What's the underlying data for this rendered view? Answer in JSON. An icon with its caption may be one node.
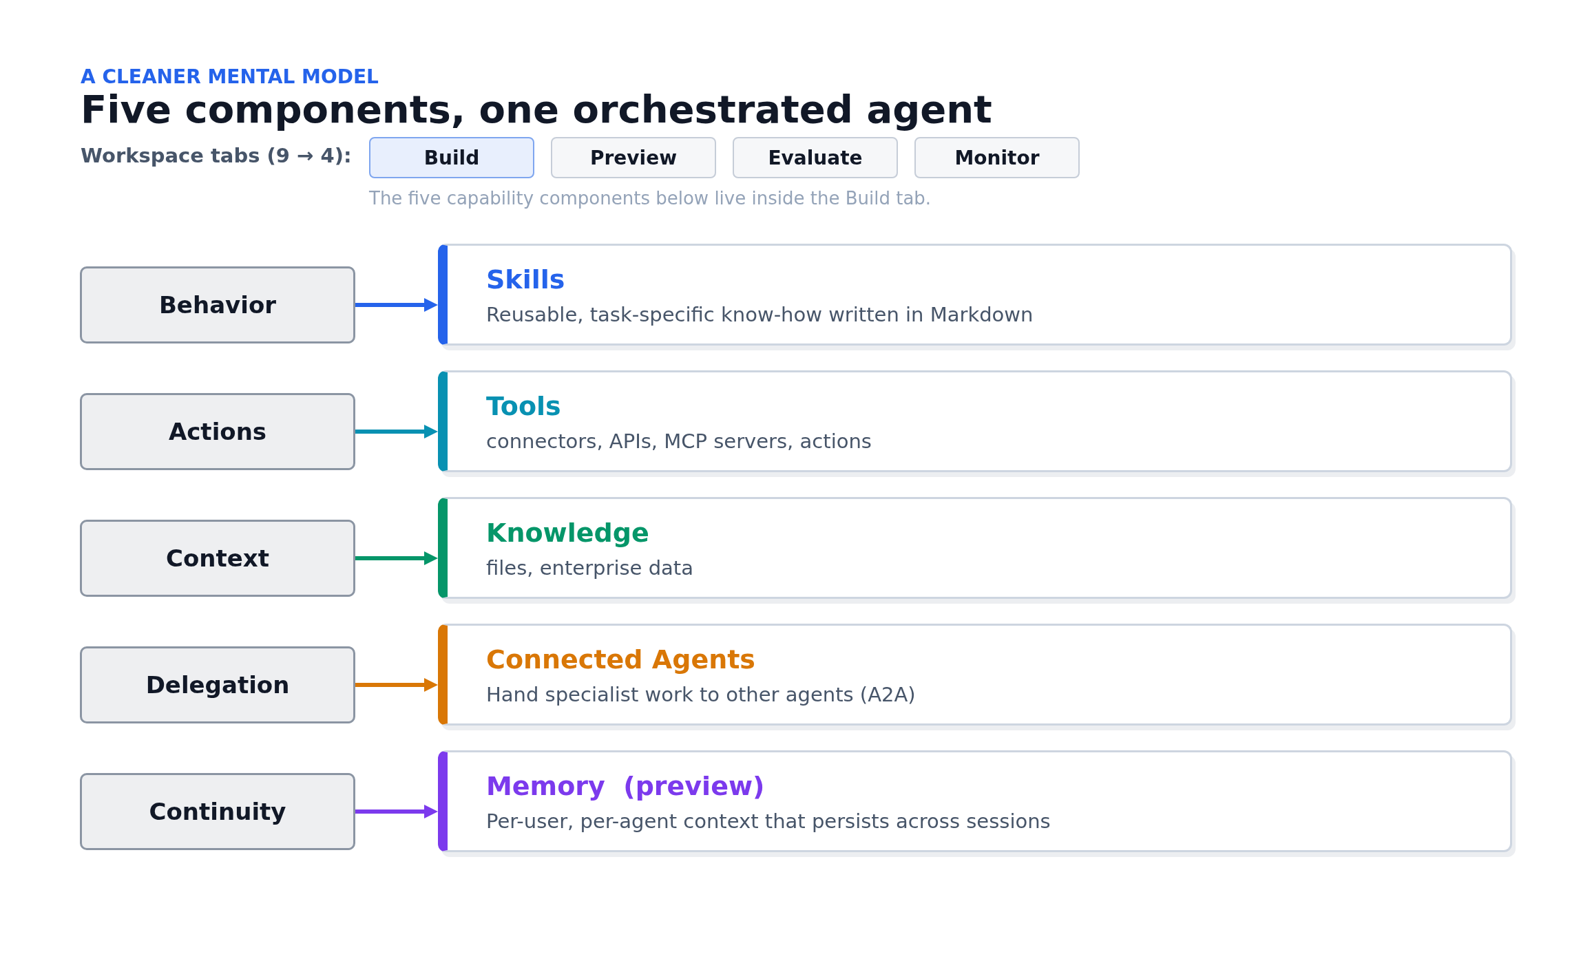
{
  "diagram": {
    "title": "Five components, one orchestrated agent",
    "nodes": [
      {
        "text": [
          "Build"
        ]
      },
      {
        "text": [
          "Preview"
        ]
      },
      {
        "text": [
          "Evaluate"
        ]
      },
      {
        "text": [
          "Monitor"
        ]
      },
      {
        "text": [
          "Behavior"
        ]
      },
      {
        "text": [
          "Skills",
          "Reusable, task-specific know-how written in Markdown"
        ]
      },
      {
        "text": [
          "Actions"
        ]
      },
      {
        "text": [
          "Tools",
          "connectors, APIs, MCP servers, actions"
        ]
      },
      {
        "text": [
          "Context"
        ]
      },
      {
        "text": [
          "Knowledge",
          "files, enterprise data"
        ]
      },
      {
        "text": [
          "Delegation"
        ]
      },
      {
        "text": [
          "Connected Agents",
          "Hand specialist work to other agents (A2A)"
        ]
      },
      {
        "text": [
          "Continuity"
        ]
      },
      {
        "text": [
          "Memory  (preview)",
          "Per-user, per-agent context that persists across sessions"
        ]
      }
    ],
    "edges": [
      {
        "from": 4,
        "to": 5,
        "arrow": "to",
        "color": "#2563eb"
      },
      {
        "from": 6,
        "to": 7,
        "arrow": "to",
        "color": "#0891b2"
      },
      {
        "from": 8,
        "to": 9,
        "arrow": "to",
        "color": "#059669"
      },
      {
        "from": 10,
        "to": 11,
        "arrow": "to",
        "color": "#d97706"
      },
      {
        "from": 12,
        "to": 13,
        "arrow": "to",
        "color": "#7c3aed"
      }
    ],
    "labels": [
      "A CLEANER MENTAL MODEL",
      "Workspace tabs (9 → 4):",
      "The five capability components below live inside the Build tab."
    ]
  }
}
